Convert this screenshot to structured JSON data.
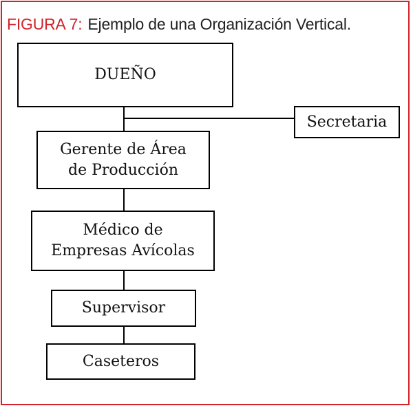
{
  "figure": {
    "label": "FIGURA 7:",
    "title": "Ejemplo de una Organización Vertical."
  },
  "org_chart": {
    "owner": "DUEÑO",
    "secretary": "Secretaria",
    "production_manager": {
      "line1": "Gerente de Área",
      "line2": "de Producción"
    },
    "poultry_doctor": {
      "line1": "Médico de",
      "line2": "Empresas Avícolas"
    },
    "supervisor": "Supervisor",
    "workers": "Caseteros"
  },
  "colors": {
    "caption_label": "#d2232a",
    "frame_border": "#d2232a",
    "box_border": "#000000"
  }
}
